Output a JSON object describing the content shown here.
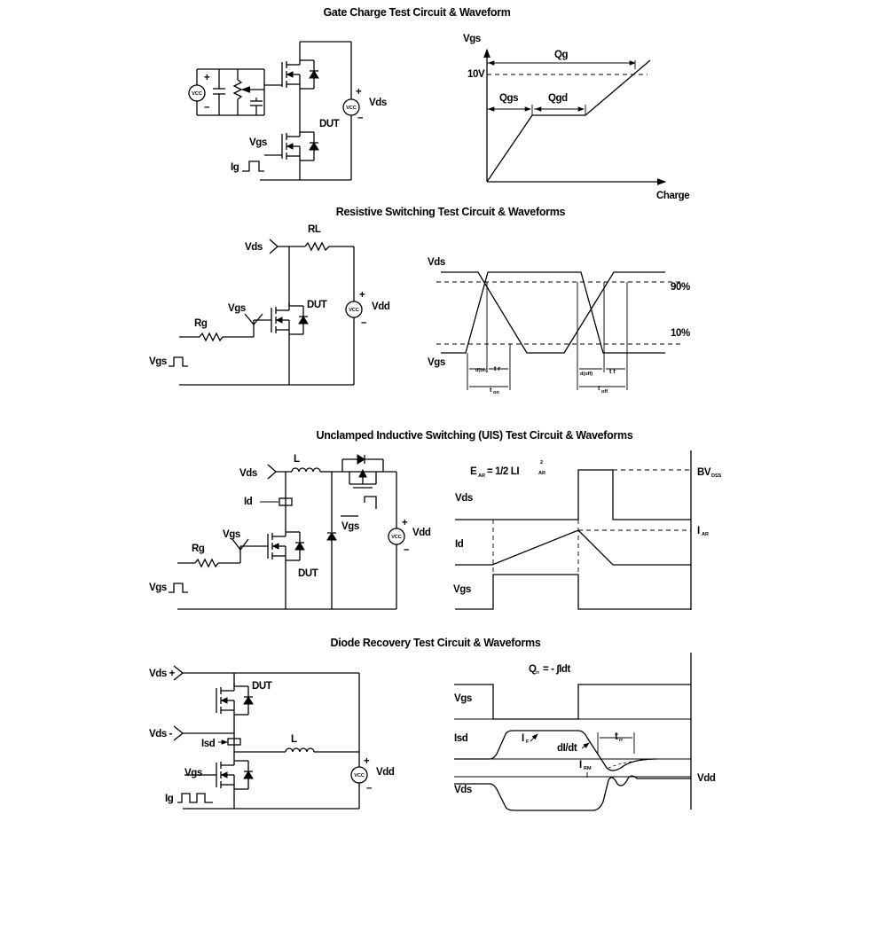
{
  "sections": {
    "gate_charge": {
      "title": "Gate Charge Test Circuit & Waveform",
      "circuit": {
        "vcc": "VCC",
        "plus": "+",
        "minus": "–",
        "vds": "Vds",
        "dut": "DUT",
        "vgs": "Vgs",
        "ig": "Ig"
      },
      "waveform": {
        "vgs": "Vgs",
        "level": "10V",
        "qg": "Qg",
        "qgs": "Qgs",
        "qgd": "Qgd",
        "charge": "Charge"
      }
    },
    "resistive": {
      "title": "Resistive Switching Test Circuit & Waveforms",
      "circuit": {
        "vds": "Vds",
        "rl": "RL",
        "vgs_gate": "Vgs",
        "dut": "DUT",
        "vdd": "Vdd",
        "vcc": "VCC",
        "plus": "+",
        "minus": "–",
        "rg": "Rg",
        "vgs_pulse": "Vgs"
      },
      "waveform": {
        "vds": "Vds",
        "vgs": "Vgs",
        "p90": "90%",
        "p10": "10%",
        "td_on": "d(on)",
        "tr": "t r",
        "td_off": "d(off)",
        "tf": "t f",
        "ton_t": "t",
        "ton_sub": "on",
        "toff_t": "t",
        "toff_sub": "off"
      }
    },
    "uis": {
      "title": "Unclamped Inductive Switching (UIS) Test Circuit & Waveforms",
      "circuit": {
        "vds": "Vds",
        "l": "L",
        "id": "Id",
        "vgs_gate": "Vgs",
        "rg": "Rg",
        "dut": "DUT",
        "vgs_bar": "Vgs",
        "vdd": "Vdd",
        "vcc": "VCC",
        "plus": "+",
        "minus": "–",
        "vgs_pulse": "Vgs"
      },
      "waveform": {
        "ear_main": "E",
        "ear_sub": "AR",
        "ear_formula": "= 1/2 LI",
        "ear_sup": "2",
        "ear_sub2": "AR",
        "vds": "Vds",
        "id": "Id",
        "vgs": "Vgs",
        "bv_main": "BV",
        "bv_sub": "DSS",
        "iar_main": "I",
        "iar_sub": "AR"
      }
    },
    "diode": {
      "title": "Diode Recovery Test Circuit & Waveforms",
      "circuit": {
        "vds_plus": "Vds +",
        "vds_minus": "Vds -",
        "dut": "DUT",
        "isd": "Isd",
        "l": "L",
        "vgs": "Vgs",
        "ig": "Ig",
        "vdd": "Vdd",
        "vcc": "VCC",
        "plus": "+",
        "minus": "–"
      },
      "waveform": {
        "qrr_main": "Q",
        "qrr_sub": "rr",
        "qrr_formula": "= - ∫Idt",
        "vgs": "Vgs",
        "isd": "Isd",
        "vds": "Vds",
        "if_main": "I",
        "if_sub": "F",
        "didt": "dI/dt",
        "trr_main": "t",
        "trr_sub": "rr",
        "irm_main": "I",
        "irm_sub": "RM",
        "vdd": "Vdd"
      }
    }
  }
}
